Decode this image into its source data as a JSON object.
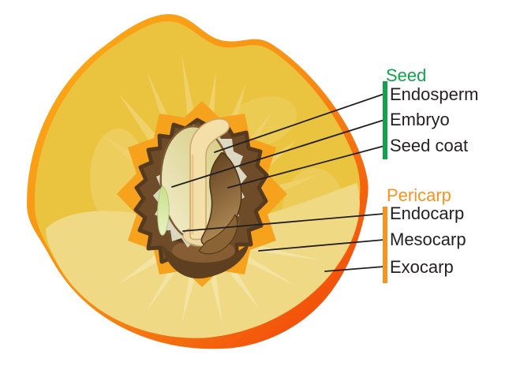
{
  "diagram": {
    "subject": "Peach fruit cross-section anatomy",
    "background": "#FFFFFF"
  },
  "legend": {
    "seed": {
      "title": "Seed",
      "color": "#12A14C",
      "items": [
        {
          "label": "Endosperm"
        },
        {
          "label": "Embryo"
        },
        {
          "label": "Seed coat"
        }
      ]
    },
    "pericarp": {
      "title": "Pericarp",
      "color": "#F7941D",
      "items": [
        {
          "label": "Endocarp"
        },
        {
          "label": "Mesocarp"
        },
        {
          "label": "Exocarp"
        }
      ]
    }
  },
  "colors": {
    "label_text": "#231F20",
    "pointer_line": "#231F20",
    "seed_green": "#12A14C",
    "pericarp_orange": "#F7941D",
    "skin_light_orange": "#FCAE17",
    "skin_deep_orange": "#F3540B",
    "flesh_gold": "#EAC43F",
    "flesh_pale": "#EFD985",
    "flesh_ray_light": "#F0D068",
    "pit_halo_orange": "#F6A21D",
    "pit_brown": "#6F4C29",
    "pit_dark_brown": "#563A1E",
    "pit_wall_gray": "#DBD7C1",
    "seed_olive": "#D5CA81",
    "embryo_cream": "#F4DFA8",
    "embryo_green": "#C9E08C",
    "seed_coat_brown": "#5A3A1A"
  }
}
